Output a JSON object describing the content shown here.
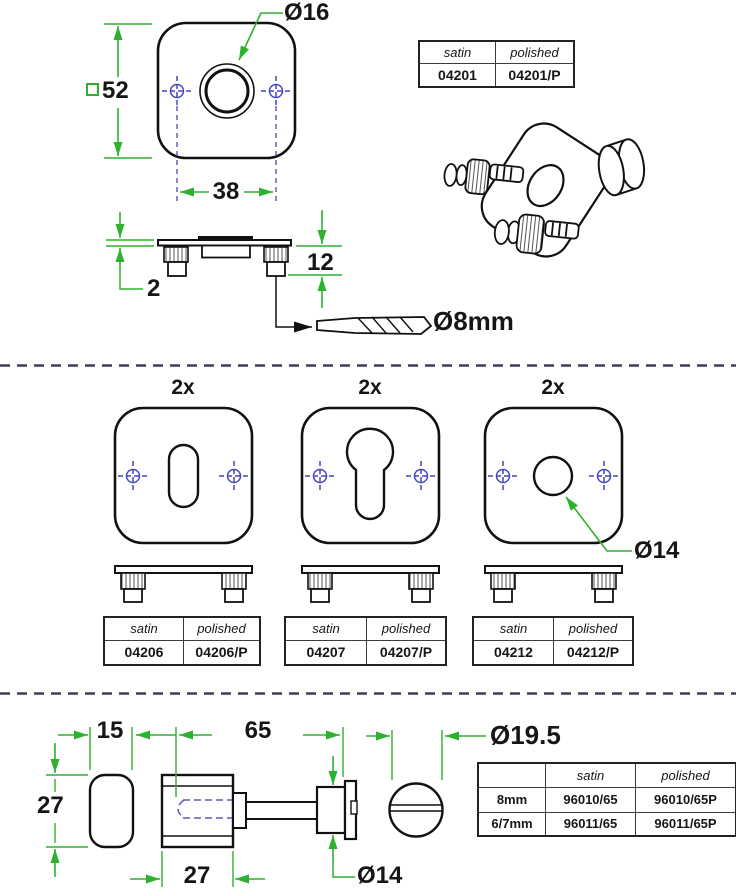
{
  "colors": {
    "dimension_green": "#2eb12e",
    "screw_marker_blue": "#4747bd",
    "separator_navy": "#3d3d5e",
    "ink": "#111111"
  },
  "top": {
    "front": {
      "size_symbol": "□",
      "size": "52",
      "hole": "Ø16",
      "spacing": "38"
    },
    "side": {
      "thickness": "2",
      "height": "12",
      "drill": "Ø8mm"
    },
    "table": {
      "headers": [
        "satin",
        "polished"
      ],
      "row": [
        "04201",
        "04201/P"
      ]
    }
  },
  "middle": {
    "roses": [
      {
        "qty": "2x",
        "table": {
          "headers": [
            "satin",
            "polished"
          ],
          "row": [
            "04206",
            "04206/P"
          ]
        }
      },
      {
        "qty": "2x",
        "table": {
          "headers": [
            "satin",
            "polished"
          ],
          "row": [
            "04207",
            "04207/P"
          ]
        }
      },
      {
        "qty": "2x",
        "hole": "Ø14",
        "table": {
          "headers": [
            "satin",
            "polished"
          ],
          "row": [
            "04212",
            "04212/P"
          ]
        }
      }
    ]
  },
  "bottom": {
    "dims": {
      "cap_width": "15",
      "knob_height": "27",
      "length": "65",
      "knob_width": "27",
      "spindle": "Ø14",
      "face": "Ø19.5"
    },
    "table": {
      "corner": "",
      "headers": [
        "satin",
        "polished"
      ],
      "rows": [
        [
          "8mm",
          "96010/65",
          "96010/65P"
        ],
        [
          "6/7mm",
          "96011/65",
          "96011/65P"
        ]
      ]
    }
  }
}
